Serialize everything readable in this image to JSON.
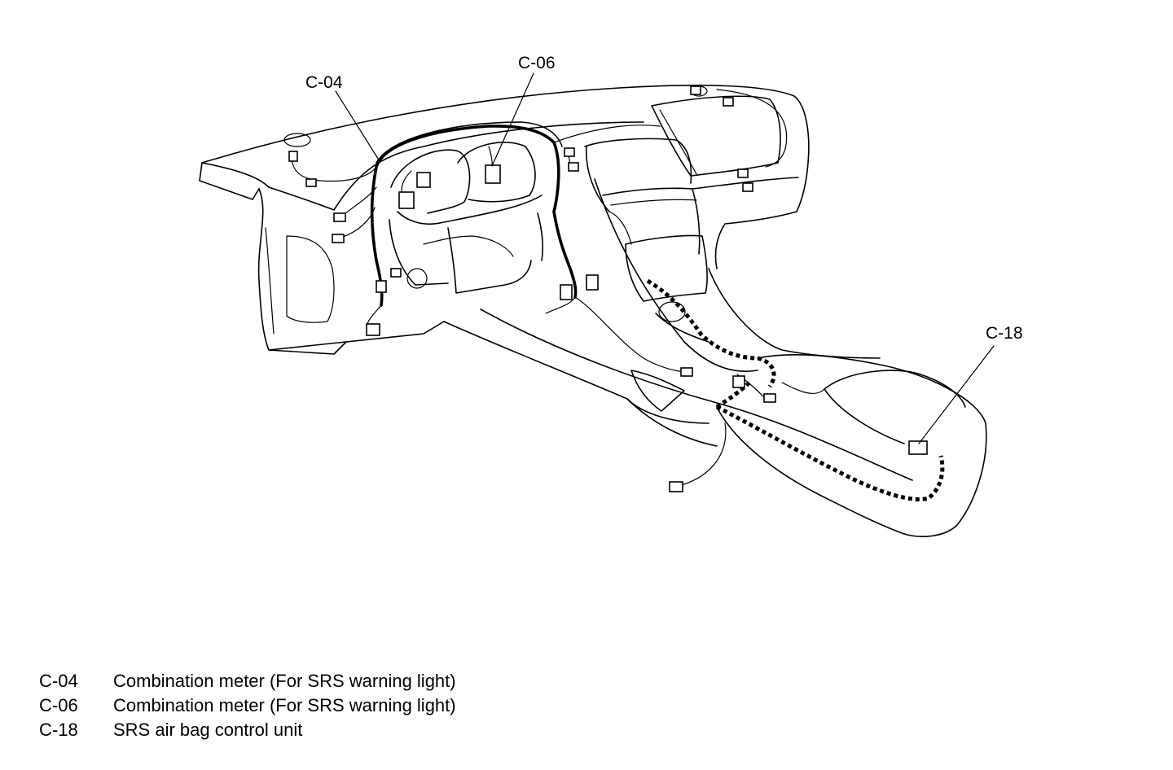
{
  "callouts": {
    "c04": "C-04",
    "c06": "C-06",
    "c18": "C-18"
  },
  "legend": [
    {
      "code": "C-04",
      "description": "Combination meter (For SRS warning light)"
    },
    {
      "code": "C-06",
      "description": "Combination meter (For SRS warning light)"
    },
    {
      "code": "C-18",
      "description": "SRS air bag control unit"
    }
  ]
}
